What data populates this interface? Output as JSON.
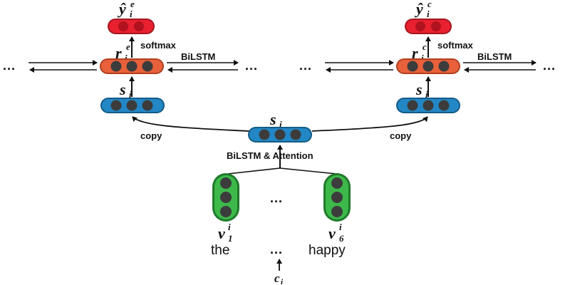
{
  "labels": {
    "softmax": "softmax",
    "bilstm": "BiLSTM",
    "copy": "copy",
    "bilstm_attention": "BiLSTM & Attention",
    "ellipsis": "...",
    "word_first": "the",
    "word_last": "happy"
  },
  "math": {
    "y_hat": "ŷ",
    "r": "r",
    "s": "s",
    "v": "v",
    "c": "c",
    "sub_i": "i",
    "sup_e": "e",
    "sup_c": "c",
    "sub_1": "1",
    "sub_6": "6"
  },
  "colors": {
    "red": "#e8202f",
    "red_dark": "#a41722",
    "orange": "#e8613a",
    "orange_dark": "#b13f1e",
    "blue": "#2387c5",
    "blue_dark": "#145a86",
    "green": "#3db84a",
    "green_dark": "#1f7a2a",
    "dot": "#3c3c3c",
    "line": "#111111"
  },
  "nodes": [
    {
      "id": "y-hat-e",
      "color": "red"
    },
    {
      "id": "r-e",
      "color": "orange"
    },
    {
      "id": "s-left",
      "color": "blue"
    },
    {
      "id": "y-hat-c",
      "color": "red"
    },
    {
      "id": "r-c",
      "color": "orange"
    },
    {
      "id": "s-right",
      "color": "blue"
    },
    {
      "id": "s-center",
      "color": "blue"
    },
    {
      "id": "v-1",
      "color": "green"
    },
    {
      "id": "v-6",
      "color": "green"
    }
  ]
}
